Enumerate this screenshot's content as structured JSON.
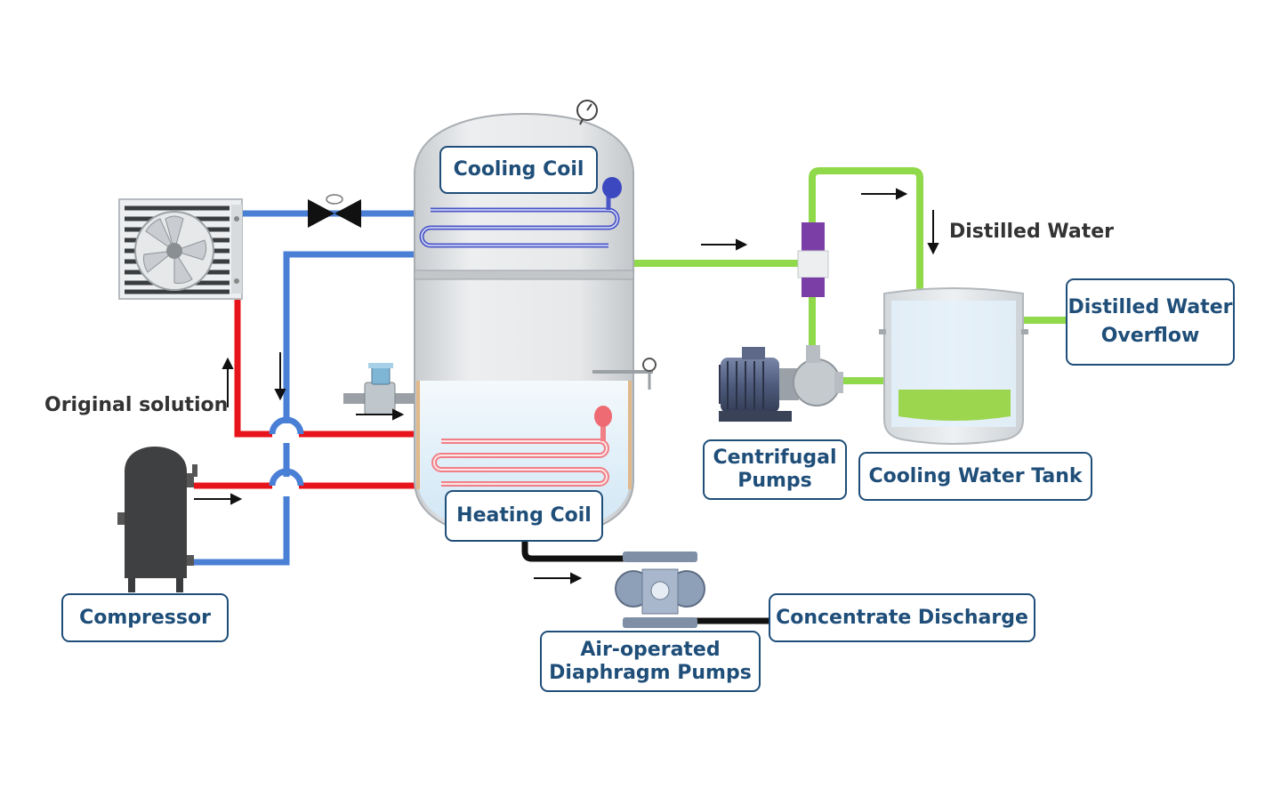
{
  "labels": {
    "cooling_coil": "Cooling Coil",
    "heating_coil": "Heating Coil",
    "compressor": "Compressor",
    "centrifugal_pumps": [
      "Centrifugal",
      "Pumps"
    ],
    "cooling_water_tank": "Cooling Water Tank",
    "distilled_water_overflow": [
      "Distilled Water",
      "Overflow"
    ],
    "concentrate_discharge": "Concentrate Discharge",
    "diaphragm_pumps": [
      "Air-operated",
      "Diaphragm Pumps"
    ],
    "distilled_water": "Distilled Water",
    "original_solution": "Original solution"
  },
  "colors": {
    "callout_border": "#1f4e79",
    "callout_text": "#1f4e79",
    "hot_pipe": "#e8141b",
    "cold_pipe": "#4a7fd6",
    "distilled_pipe": "#8fd94a",
    "discharge_pipe": "#111111",
    "vessel": "#e2e4e6"
  }
}
